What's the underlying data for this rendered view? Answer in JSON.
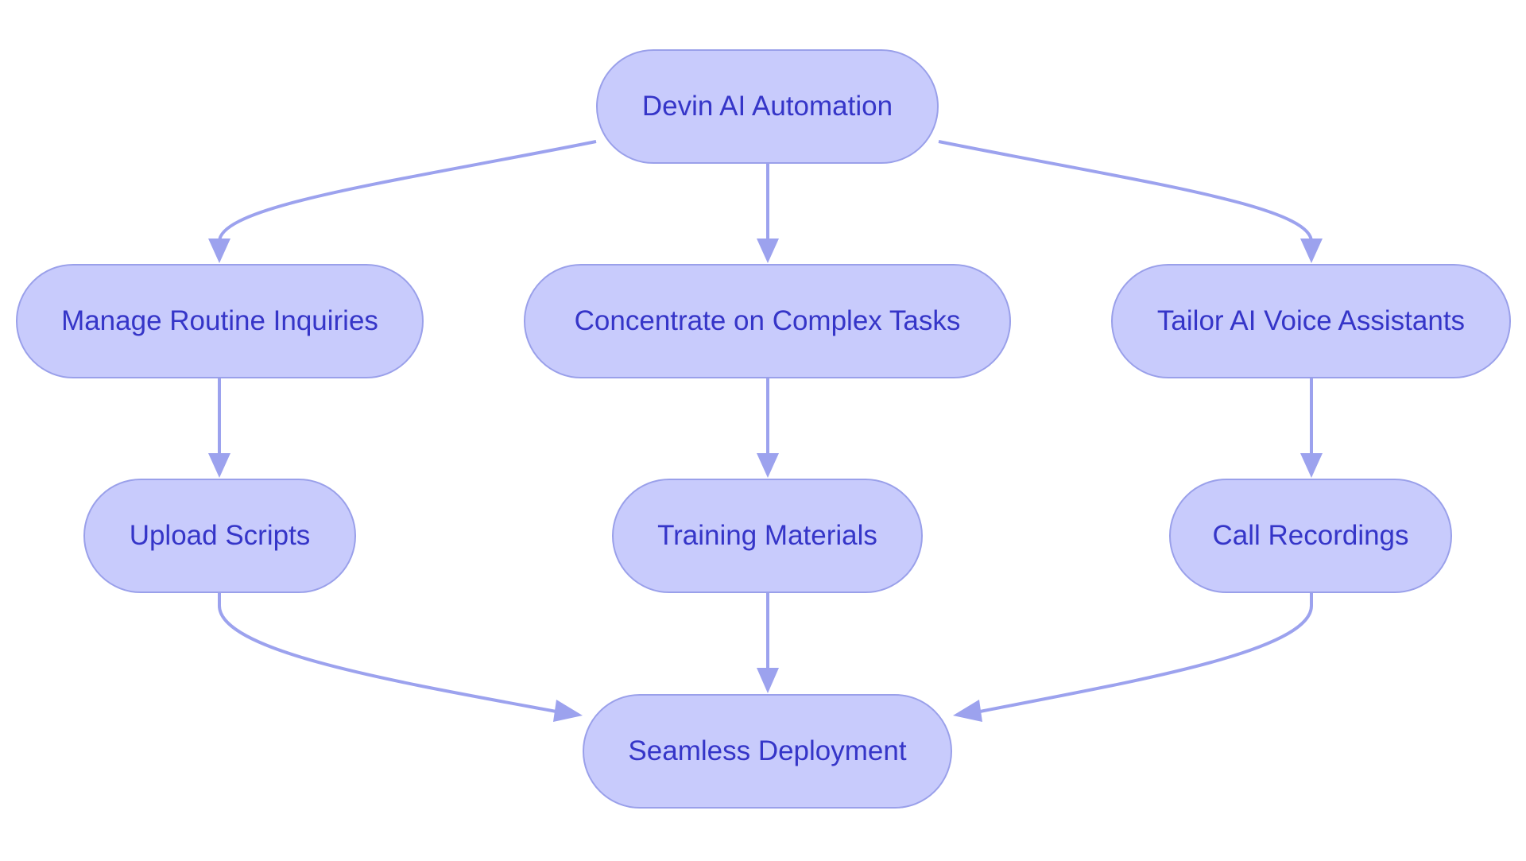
{
  "diagram": {
    "type": "flowchart",
    "colors": {
      "node_fill": "#c8cbfc",
      "node_border": "#9aa0ea",
      "edge": "#9ca2ee",
      "text": "#3535c8"
    },
    "nodes": {
      "root": "Devin AI Automation",
      "routine": "Manage Routine Inquiries",
      "complex": "Concentrate on Complex Tasks",
      "voice": "Tailor AI Voice Assistants",
      "scripts": "Upload Scripts",
      "training": "Training Materials",
      "calls": "Call Recordings",
      "deploy": "Seamless Deployment"
    },
    "edges": [
      [
        "root",
        "routine"
      ],
      [
        "root",
        "complex"
      ],
      [
        "root",
        "voice"
      ],
      [
        "routine",
        "scripts"
      ],
      [
        "complex",
        "training"
      ],
      [
        "voice",
        "calls"
      ],
      [
        "scripts",
        "deploy"
      ],
      [
        "training",
        "deploy"
      ],
      [
        "calls",
        "deploy"
      ]
    ]
  }
}
